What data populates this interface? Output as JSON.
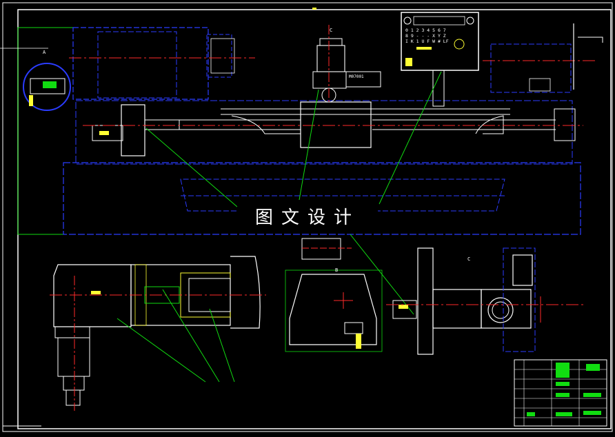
{
  "watermark": "图文设计",
  "view_labels": {
    "view_a": "A",
    "view_b": "B",
    "view_c_top": "C",
    "view_c": "C"
  },
  "motor_plate": "M07001",
  "panel_rows": [
    "0 1 2 3 4 5 6 7",
    "8 9 - - - X Y Z",
    "I K 1 U F W # LF"
  ],
  "colors": {
    "background": "#000000",
    "outline": "#ffffff",
    "hidden": "#2b3cff",
    "center": "#ff2a2a",
    "leader": "#11dd11",
    "highlight": "#ffff33"
  }
}
